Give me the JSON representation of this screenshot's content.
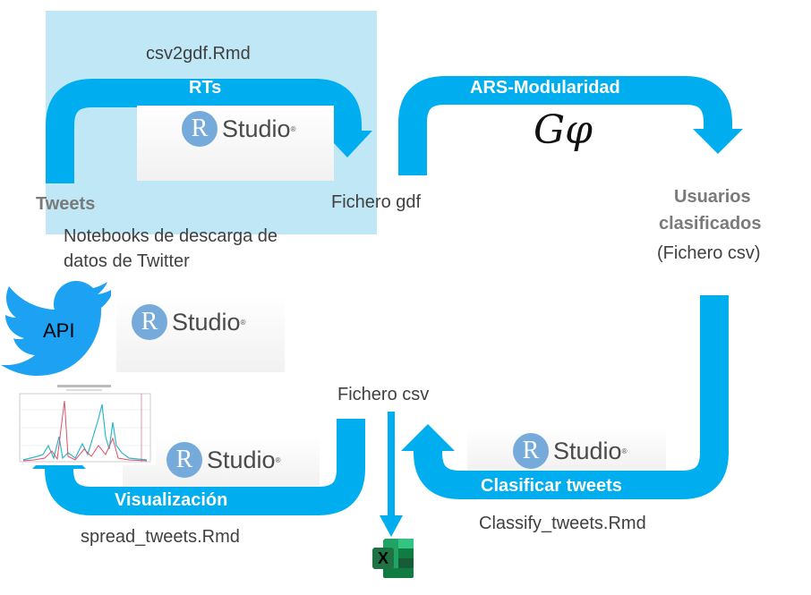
{
  "labels": {
    "csv2gdf": "csv2gdf.Rmd",
    "rts": "RTs",
    "ars": "ARS-Modularidad",
    "tweets": "Tweets",
    "fichero_gdf": "Fichero gdf",
    "usuarios_line1": "Usuarios",
    "usuarios_line2": "clasificados",
    "fichero_csv_paren": "(Fichero csv)",
    "notebooks_line1": "Notebooks de descarga de",
    "notebooks_line2": "datos de Twitter",
    "api": "API",
    "fichero_csv": "Fichero csv",
    "visualizacion": "Visualización",
    "clasificar": "Clasificar tweets",
    "spread": "spread_tweets.Rmd",
    "classify": "Classify_tweets.Rmd"
  },
  "rstudio": {
    "letter": "R",
    "word": "Studio",
    "mark": "®"
  },
  "gephi": {
    "glyph": "Gφ"
  },
  "excel": {
    "letter": "X"
  },
  "icons": [
    "twitter-bird-icon",
    "rstudio-logo",
    "gephi-logo",
    "excel-icon",
    "chart-thumbnail"
  ],
  "colors": {
    "arrow": "#00aeef",
    "highlight": "#bfe7f6",
    "text": "#404040",
    "excel": "#1f7244",
    "twitter": "#1da1f2"
  }
}
